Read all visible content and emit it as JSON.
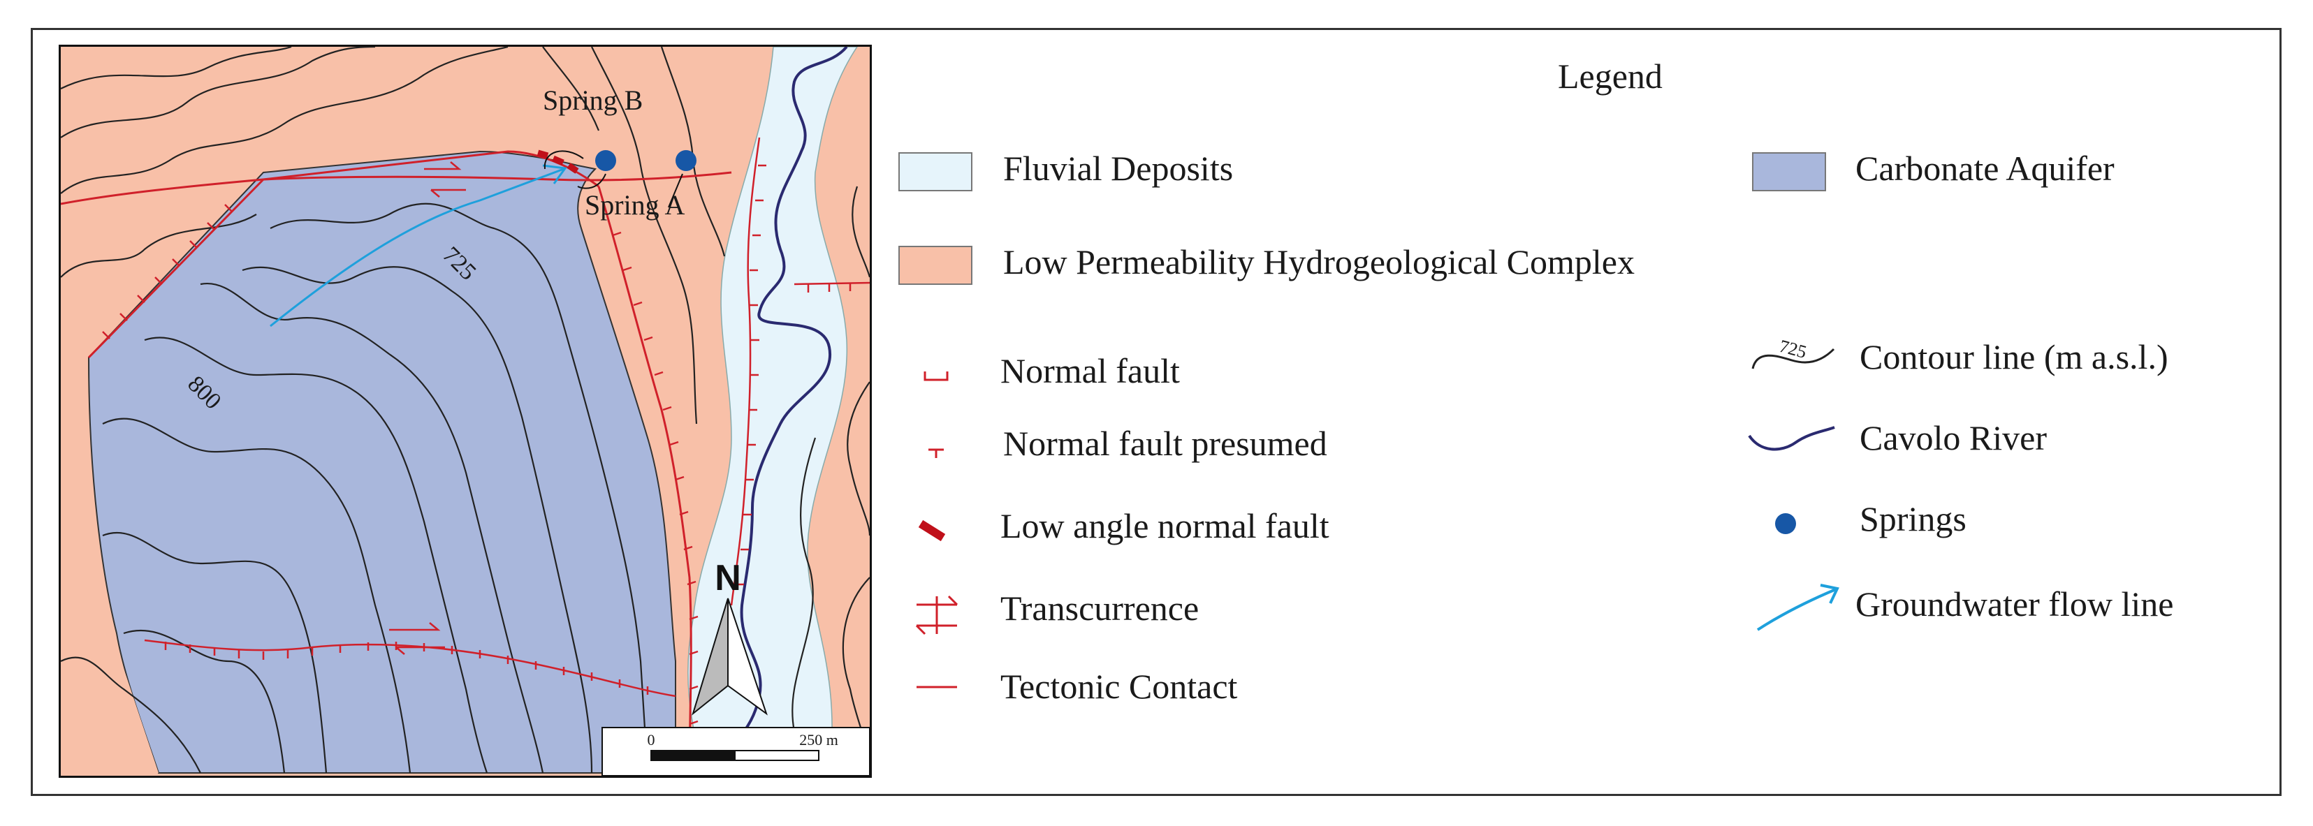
{
  "legend": {
    "title": "Legend",
    "items": [
      {
        "label": "Fluvial Deposits",
        "icon": "fluvial-deposits-swatch",
        "color": "#e6f4fb"
      },
      {
        "label": "Carbonate Aquifer",
        "icon": "carbonate-aquifer-swatch",
        "color": "#a9b7dc"
      },
      {
        "label": "Low Permeability Hydrogeological Complex",
        "icon": "low-permeability-swatch",
        "color": "#f8c0a8"
      },
      {
        "label": "Normal fault",
        "icon": "normal-fault-icon",
        "color": "#d0202a"
      },
      {
        "label": "Contour line (m a.s.l.)",
        "icon": "contour-line-icon",
        "color": "#222222"
      },
      {
        "label": "Normal fault presumed",
        "icon": "normal-fault-presumed-icon",
        "color": "#d0202a"
      },
      {
        "label": "Cavolo River",
        "icon": "river-icon",
        "color": "#2a2a70"
      },
      {
        "label": "Low angle normal fault",
        "icon": "low-angle-normal-fault-icon",
        "color": "#c0101a"
      },
      {
        "label": "Springs",
        "icon": "spring-icon",
        "color": "#1757a6"
      },
      {
        "label": "Transcurrence",
        "icon": "transcurrence-icon",
        "color": "#d0202a"
      },
      {
        "label": "Groundwater flow line",
        "icon": "groundwater-flow-icon",
        "color": "#1ea0dc"
      },
      {
        "label": "Tectonic Contact",
        "icon": "tectonic-contact-icon",
        "color": "#d0202a"
      }
    ],
    "contour_icon_value": "725"
  },
  "map": {
    "springs": [
      "Spring B",
      "Spring A"
    ],
    "contour_labels": [
      "725",
      "800"
    ],
    "north_arrow": "N",
    "scale_bar": {
      "start": "0",
      "end": "250 m"
    }
  }
}
